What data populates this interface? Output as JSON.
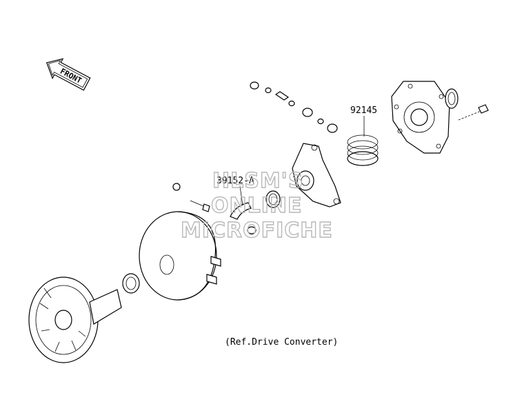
{
  "front_arrow": {
    "label": "FRONT"
  },
  "callouts": [
    {
      "id": "spring",
      "label": "92145"
    },
    {
      "id": "weight",
      "label": "39152-A"
    }
  ],
  "reference_note": "(Ref.Drive Converter)",
  "watermark": {
    "line1": "HLSM'S",
    "line2": "ONLINE",
    "line3": "MICROFICHE"
  }
}
